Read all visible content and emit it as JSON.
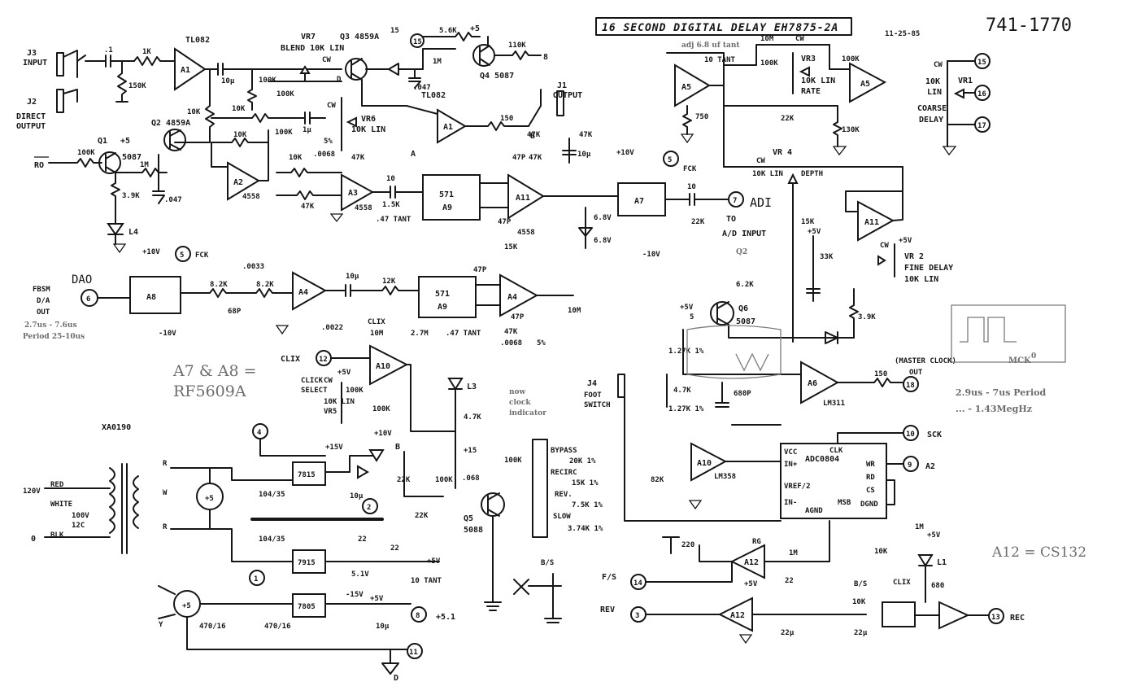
{
  "sheet": {
    "title": "16 SECOND DIGITAL DELAY EH7875-2A",
    "date": "11-25-85",
    "part_number": "741-1770"
  },
  "opamps": {
    "A1": "A1",
    "A1_type": "TL082",
    "A2": "A2",
    "A2_type": "4558",
    "A3": "A3",
    "A3_type": "4558",
    "A1b": "A1",
    "A1b_type": "TL082",
    "A5a": "A5",
    "A5b": "A5",
    "A11a": "A11",
    "A11a_type": "4558",
    "A11b": "A11",
    "A4a": "A4",
    "A4b": "A4",
    "A10": "A10",
    "A6": "A6",
    "A6_type": "LM311",
    "A10b": "A10",
    "A10b_type": "LM358",
    "A12a": "A12",
    "A12b": "A12"
  },
  "ics": {
    "A9a_num": "571",
    "A9a": "A9",
    "A9b_num": "571",
    "A9b": "A9",
    "A7": "A7",
    "A8": "A8",
    "adc": "ADC0804",
    "adc_pins": [
      "VCC",
      "IN+",
      "VREF/2",
      "IN-",
      "AGND",
      "CLK",
      "WR",
      "RD",
      "CS",
      "DGND",
      "MSB"
    ],
    "reg1": "7815",
    "reg2": "7915",
    "reg3": "7805"
  },
  "transistors": {
    "q3": "Q3 4859A",
    "q4": "Q4 5087",
    "q1": "Q1",
    "q1_type": "5087",
    "q2": "Q2 4859A",
    "q6": "Q6",
    "q6_type": "5087",
    "q5": "Q5",
    "q5_type": "5088"
  },
  "jacks": {
    "j3": "J3",
    "j3_sub": "INPUT",
    "j2": "J2",
    "j2_sub": "DIRECT",
    "j2_sub2": "OUTPUT",
    "j1": "J1",
    "j1_sub": "OUTPUT",
    "j4": "J4",
    "j4_sub": "FOOT",
    "j4_sub2": "SWITCH"
  },
  "pots": {
    "vr7": "VR7",
    "vr7_sub": "BLEND 10K LIN",
    "vr6": "VR6",
    "vr6_sub": "10K LIN",
    "vr3": "VR3",
    "vr3_sub": "10K LIN",
    "vr3_sub2": "RATE",
    "vr1": "VR1",
    "vr1_sub": "10K",
    "vr1_sub2": "LIN",
    "vr1_sub3": "COARSE",
    "vr1_sub4": "DELAY",
    "vr4": "VR 4",
    "vr4_sub": "10K LIN",
    "vr4_sub2": "DEPTH",
    "vr2": "VR 2",
    "vr2_sub": "FINE DELAY",
    "vr2_sub2": "10K LIN",
    "vr5": "VR5",
    "vr5_sub": "10K LIN",
    "click": "CLICK",
    "click2": "SELECT",
    "cw": "CW"
  },
  "nodes": {
    "n1": "1",
    "n2": "2",
    "n3": "3",
    "n4": "4",
    "n5": "5",
    "n6": "6",
    "n7": "7",
    "n8": "8",
    "n9": "9",
    "n10": "10",
    "n11": "11",
    "n12": "12",
    "n13": "13",
    "n14": "14",
    "n15": "15",
    "n16": "16",
    "n17": "17",
    "n18": "18"
  },
  "signals": {
    "ro": "RO",
    "fck": "FCK",
    "adi": "ADI",
    "to": "TO",
    "ad_input": "A/D INPUT",
    "dao": "DAO",
    "fbsm": "FBSM",
    "da": "D/A",
    "out": "OUT",
    "clix": "CLIX",
    "clix_lbl": "CLIX",
    "master_clock": "(MASTER CLOCK)",
    "mck": "MCK",
    "sck": "SCK",
    "a2": "A2",
    "fs": "F/S",
    "rev": "REV",
    "rec": "REC",
    "plus15": "+15",
    "plus10v": "+10V",
    "minus10v": "-10V",
    "plus5v": "+5V",
    "plus5": "+5",
    "plus15v": "+15V",
    "minus15v": "-15V",
    "plus51": "+5.1",
    "rg": "RG",
    "d": "D",
    "b": "B",
    "a": "A"
  },
  "components": {
    "c1": ".1",
    "r1k": "1K",
    "r150k": "150K",
    "r10k": "10K",
    "c10u": "10μ",
    "r100k": "100K",
    "r5p6k": "5.6K",
    "r1m": "1M",
    "c047": ".047",
    "r110k": "110K",
    "r150": "150",
    "r3p9k": "3.9K",
    "r47k": "47K",
    "c0068": ".0068",
    "pct5": "5%",
    "c1u": "1μ",
    "c10": "10",
    "r1p5k": "1.5K",
    "c47tant": ".47 TANT",
    "c47p": "47P",
    "r15k": "15K",
    "r6p8v": "6.8V",
    "r33k": "33K",
    "r6p2k": "6.2K",
    "r750": "750",
    "r22k": "22K",
    "r130k": "130K",
    "c10tant": "10 TANT",
    "r10m": "10M",
    "c0022": ".0022",
    "r2p7m": "2.7M",
    "r12k": "12K",
    "r680": "680",
    "c680p": "680P",
    "r8p2k": "8.2K",
    "c0033": ".0033",
    "c68p": "68P",
    "r127k": "1.27K 1%",
    "r22kb": "22K",
    "r4p7k": "4.7K",
    "r82k": "82K",
    "c068": ".068",
    "c104": "104/35",
    "c470": "470/16",
    "c22": "22",
    "c22u": "22μ",
    "r1mb": "1M",
    "r150b": "150",
    "c220": "220",
    "r10kb": "10K",
    "r10ka": "10K",
    "r150c": "150",
    "r15": "15V",
    "r51v": "5.1V"
  },
  "switch": {
    "bypass": "BYPASS",
    "r20k": "20K 1%",
    "recirc": "RECIRC",
    "r15k": "15K 1%",
    "rev": "REV.",
    "r7p5k": "7.5K 1%",
    "slow": "SLOW",
    "r3p74k": "3.74K 1%"
  },
  "transformer": {
    "primary": "120V",
    "red": "RED",
    "white": "WHITE",
    "blk": "BLK",
    "sec": "100V",
    "sec2": "12C",
    "zero": "0",
    "r": "R",
    "w": "W",
    "y": "Y",
    "model": "XA0190"
  },
  "leds": {
    "l4": "L4",
    "l3": "L3",
    "l1": "L1"
  },
  "pencil": {
    "dao_note1": "2.7us - 7.6us",
    "dao_note2": "Period 25-10us",
    "a7a8": "A7 & A8 =",
    "rf": "RF5609A",
    "adj": "adj 6.8 uf tant",
    "a12": "A12 = CS132",
    "mck_note1": "2.9us - 7us Period",
    "mck_note2": "... - 1.43MegHz",
    "d2": "Q2",
    "new": "now",
    "new2": "clock",
    "new3": "indicator",
    "sel": "B/S"
  }
}
